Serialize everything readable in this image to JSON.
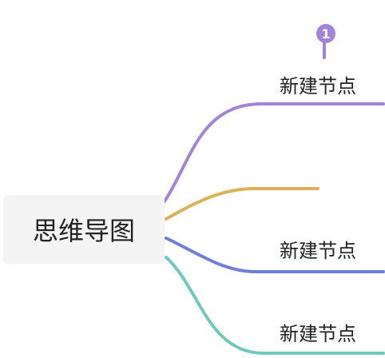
{
  "root": {
    "label": "思维导图"
  },
  "branches": [
    {
      "label": "新建节点",
      "color": "#a283d8",
      "marker": "1"
    },
    {
      "label": "",
      "color": "#d9b25a"
    },
    {
      "label": "新建节点",
      "color": "#6f7fd8"
    },
    {
      "label": "新建节点",
      "color": "#6fc9bf"
    }
  ]
}
